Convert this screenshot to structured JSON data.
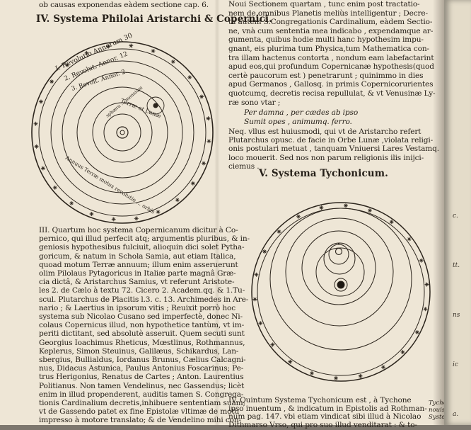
{
  "left_column": {
    "top_line": "ob causas exponendas eàdem sectione cap. 6.",
    "heading": "IV. Systema Philolai Aristarchi & Copernici.",
    "diagram_labels": {
      "revolutio_1": "I. Revolutio Annorum 30",
      "revolutio_2": "2. Revolut. Annor. 12",
      "revolutio_3": "3. Revolt. Annor. 2.",
      "terre_et_lunae": "Terræ et Lunæ",
      "annuus_orbis": "Annuus Terræ motus revolutio ... orbis",
      "inner_labels": "sphæra ... mensium"
    },
    "paragraph": [
      "III. Quartum hoc systema Copernicanum dicitur à Co-",
      "pernico, qui illud perfecit atq; argumentis pluribus, & in-",
      "geniosis hypothesibus fulciuit, alioquin dici solet Pytha-",
      "goricum, & natum in Schola Samia, aut etiam Italica,",
      "quoad motum Terræ annuum; illum enim asseruerunt",
      "olim Pilolaus Pytagoricus in Italiæ parte magnâ Græ-",
      "cia dictâ, & Aristarchus Samius, vt referunt Aristote-",
      "les 2. de Cælo à textu 72. Cicero 2. Academ.qq. & 1.Tu-",
      "scul. Plutarchus de Placitis l.3. c. 13. Archimedes in Are-",
      "nario ; & Laertius in ipsorum vitis ; Reuixit porrò hoc",
      "systema sub Nicolao Cusano sed imperfectè, donec Ni-",
      "colaus Copernicus illud, non hypothetice tantùm, vt im-",
      "periti dictitant, sed absolutè asseruit. Quem secuti sunt",
      "Georgius Ioachimus Rheticus, Mœstlinus, Rothmannus,",
      "Keplerus, Simon Steuinus, Galilæus, Schikardus, Lan-",
      "sbergius, Bullialdus, Iordanus Brunus, Cælius Calcagni-",
      "nus, Didacus Astunica, Paulus Antonius Foscarinus; Pe-",
      "trus Herigonius, Renatus de Cartes ; Anton. Laurentius",
      "Politianus. Non tamen Vendelinus, nec Gassendus; licèt",
      "enim in illud propenderent, auditis tamen S. Congrega-",
      "tionis Cardinalium decretis,inhibuere sententiam suam,",
      "vt de Gassendo patet ex fine Epistolæ vltimæ de motu",
      "impresso à motore translato; & de Vendelino mihi con-"
    ]
  },
  "right_column": {
    "paragraph_top": [
      "Noui Sectionem quartam , tunc enim post tractatio-",
      "nem de omnibus Planetis meliùs intelligentur ; Decre-",
      "ta autem S.Congregationis Cardinalium, eàdem Sectio-",
      "ne, vnà cum sententia mea indicabo , expendamque ar-",
      "gumenta, quibus hodie multi hanc hypothesim impu-",
      "gnant, eis plurima tum Physica,tum Mathematica con-",
      "tra illam hactenus contorta , nondum eam labefactarint",
      "apud eos,qui profundum Copernicanæ hypothesis(quod",
      "certè paucorum est ) penetrarunt ; quinimmo in dies",
      "apud Germanos , Gallosq. in primis Copernicorurientes",
      "quotcumq, decretis recisa repullulat, & vt Venusinæ Ly-",
      "ræ sono vtar ;"
    ],
    "quote": [
      "Per damna , per cædes ab ipso",
      "Sumit opes , animumq. ferro."
    ],
    "paragraph_mid": [
      "Neq. vllus est huiusmodi, qui vt de Aristarcho refert",
      "Plutarchus opusc. de facie in Orbe Lunæ ,violata religi-",
      "onis postulari metuat , tanquam Vniuersi Lares Vestamq.",
      "loco mouerit. Sed nos non parum religionis ilis inijci-",
      "ciemus ."
    ],
    "heading": "V. Systema Tychonicum.",
    "paragraph_bottom": [
      "IV. Quintum Systema Tychonicum est , à Tychone",
      "ipso inuentum , & indicatum in Epistolis ad Rothman-",
      "num pag. 147. vbi etiam vindicat sibi illud à Nicolao",
      "Dithmarso Vrso, qui pro suo illud venditarat : & to-"
    ],
    "margin_note": [
      "Tychonis",
      "nouissimi",
      "Systema."
    ]
  },
  "next_page_fragments": [
    "c.",
    "tt.",
    "ns",
    "ic",
    "a."
  ],
  "colors": {
    "paper": "#eee6d6",
    "ink": "#262019",
    "background": "#7d776e"
  }
}
